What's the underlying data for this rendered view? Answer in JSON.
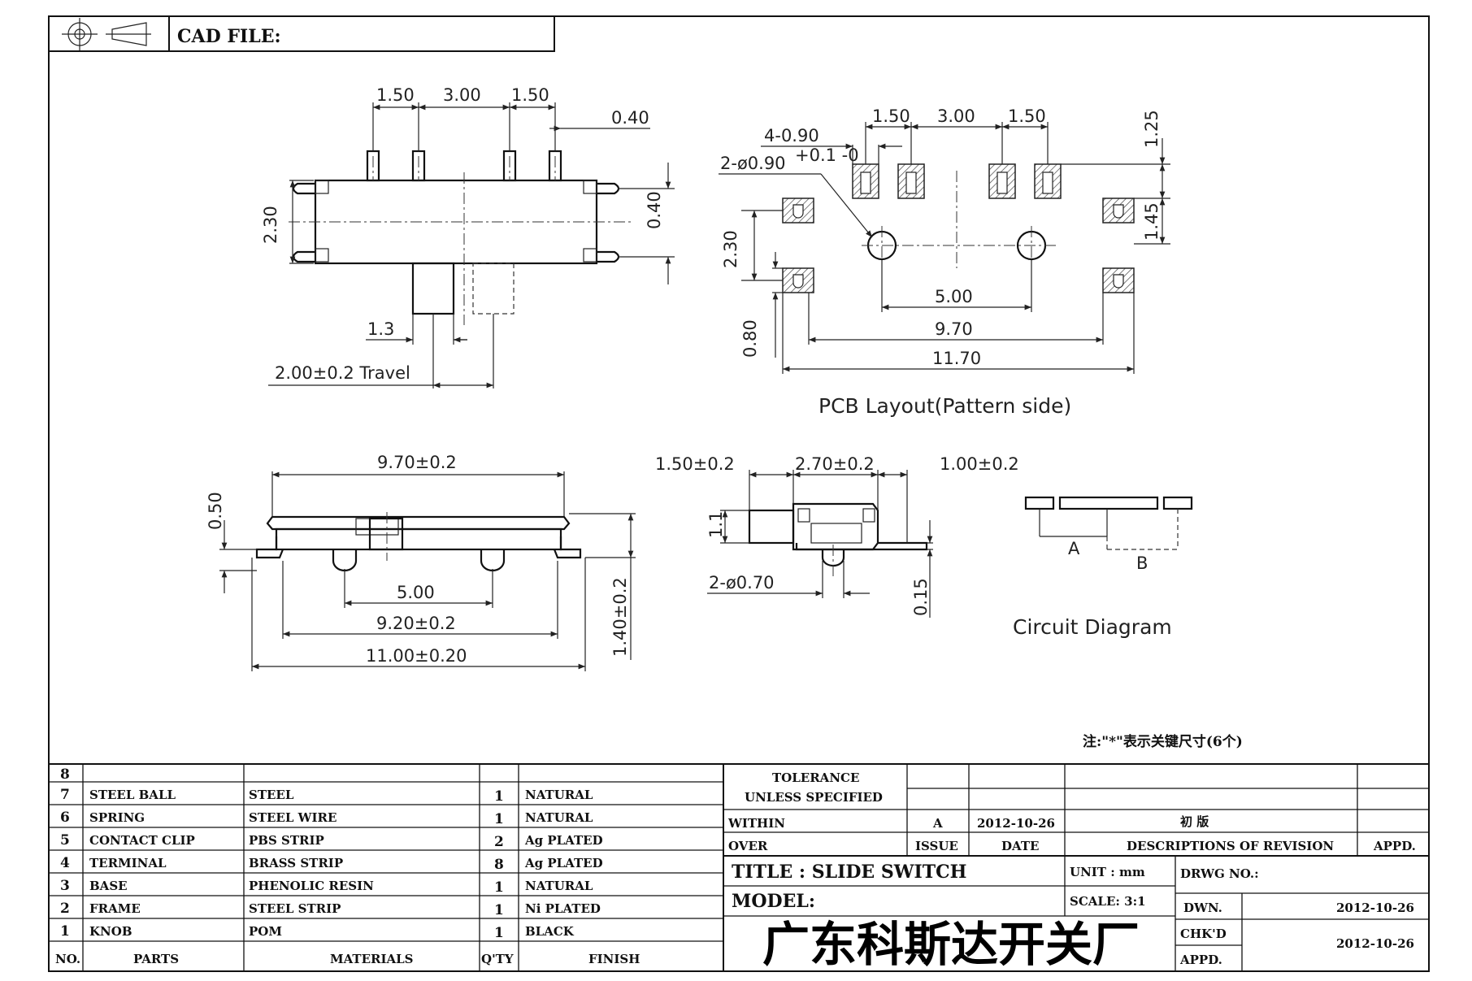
{
  "header": {
    "cad_file_label": "CAD FILE:"
  },
  "side_view": {
    "pitch_dims": [
      "1.50",
      "3.00",
      "1.50"
    ],
    "pin_width": "0.40",
    "height": "2.30",
    "lead_thickness": "0.40",
    "knob_width": "1.3",
    "travel": "2.00±0.2 Travel"
  },
  "pcb_layout": {
    "pitch_dims": [
      "1.50",
      "3.00",
      "1.50"
    ],
    "pad_width": "4-0.90",
    "hole_dia": "2-ø0.90",
    "hole_tol": "+0.1 -0",
    "v_125": "1.25",
    "v_145": "1.45",
    "v_230": "2.30",
    "v_080": "0.80",
    "hole_pitch": "5.00",
    "pad_span": "9.70",
    "overall": "11.70",
    "caption": "PCB Layout(Pattern side)"
  },
  "front_view": {
    "top_width": "9.70±0.2",
    "offset": "0.50",
    "peg_pitch": "5.00",
    "foot_span": "9.20±0.2",
    "overall": "11.00±0.20",
    "height": "1.40±0.2"
  },
  "end_view": {
    "left": "1.50±0.2",
    "mid": "2.70±0.2",
    "right": "1.00±0.2",
    "v_11": "1.1",
    "peg_dia": "2-ø0.70",
    "v_015": "0.15"
  },
  "circuit": {
    "label_a": "A",
    "label_b": "B",
    "caption": "Circuit Diagram"
  },
  "note": "注:\"*\"表示关键尺寸(6个)",
  "parts_table": {
    "headers": {
      "no": "NO.",
      "parts": "PARTS",
      "materials": "MATERIALS",
      "qty": "Q'TY",
      "finish": "FINISH"
    },
    "rows": [
      {
        "no": "8",
        "part": "",
        "material": "",
        "qty": "",
        "finish": ""
      },
      {
        "no": "7",
        "part": "STEEL BALL",
        "material": "STEEL",
        "qty": "1",
        "finish": "NATURAL"
      },
      {
        "no": "6",
        "part": "SPRING",
        "material": "STEEL WIRE",
        "qty": "1",
        "finish": "NATURAL"
      },
      {
        "no": "5",
        "part": "CONTACT CLIP",
        "material": "PBS STRIP",
        "qty": "2",
        "finish": "Ag PLATED"
      },
      {
        "no": "4",
        "part": "TERMINAL",
        "material": "BRASS STRIP",
        "qty": "8",
        "finish": "Ag PLATED"
      },
      {
        "no": "3",
        "part": "BASE",
        "material": "PHENOLIC RESIN",
        "qty": "1",
        "finish": "NATURAL"
      },
      {
        "no": "2",
        "part": "FRAME",
        "material": "STEEL STRIP",
        "qty": "1",
        "finish": "Ni PLATED"
      },
      {
        "no": "1",
        "part": "KNOB",
        "material": "POM",
        "qty": "1",
        "finish": "BLACK"
      }
    ]
  },
  "tolerance": {
    "title1": "TOLERANCE",
    "title2": "UNLESS  SPECIFIED",
    "within": "WITHIN",
    "over": "OVER"
  },
  "revision": {
    "issue": "A",
    "date": "2012-10-26",
    "description": "初  版",
    "issue_label": "ISSUE",
    "date_label": "DATE",
    "desc_label": "DESCRIPTIONS OF REVISION",
    "appd_label": "APPD."
  },
  "title_block": {
    "title": "TITLE : SLIDE SWITCH",
    "model": "MODEL:",
    "unit": "UNIT :  mm",
    "scale": "SCALE:  3:1",
    "drwg_no": "DRWG NO.:",
    "dwn_label": "DWN.",
    "dwn_date": "2012-10-26",
    "chkd_label": "CHK'D",
    "appd_label": "APPD.",
    "chkd_date": "2012-10-26",
    "company": "广东科斯达开关厂"
  }
}
